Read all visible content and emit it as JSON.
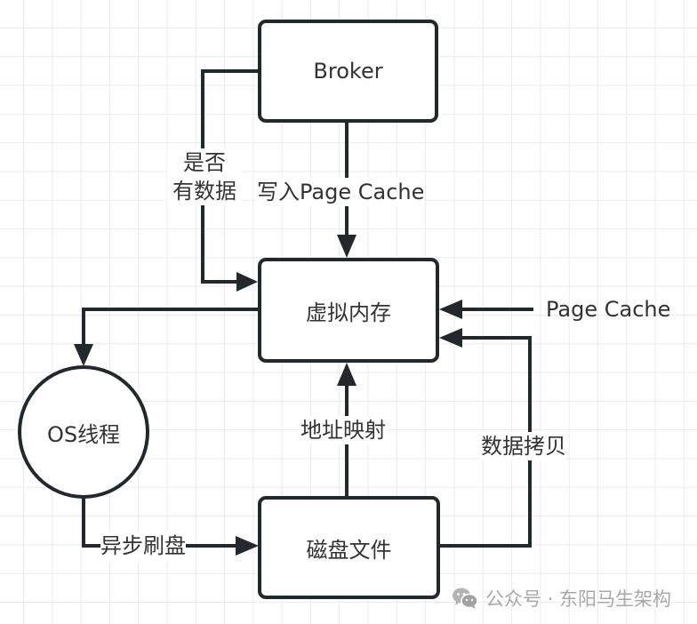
{
  "diagram": {
    "colors": {
      "line": "#24282b",
      "text": "#333333",
      "grid": "#ebebeb",
      "watermark": "#a8a8a8"
    },
    "nodes": {
      "broker": "Broker",
      "virtual_memory": "虚拟内存",
      "os_thread": "OS线程",
      "disk_file": "磁盘文件"
    },
    "edges": {
      "has_data_line1": "是否",
      "has_data_line2": "有数据",
      "write_page_cache": "写入Page Cache",
      "page_cache": "Page Cache",
      "address_mapping": "地址映射",
      "data_copy": "数据拷贝",
      "async_flush": "异步刷盘"
    },
    "watermark": {
      "icon": "wechat-icon",
      "text": "公众号 · 东阳马生架构"
    }
  }
}
